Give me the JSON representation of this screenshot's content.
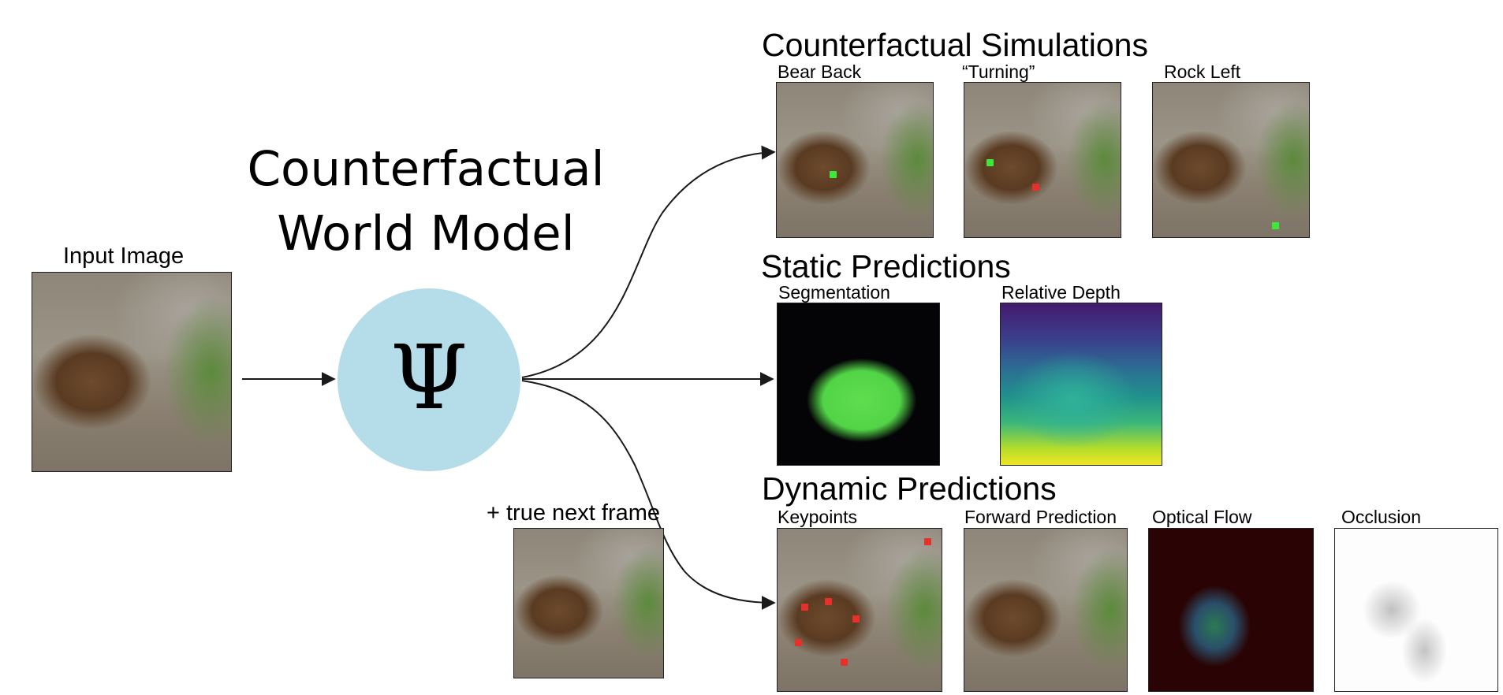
{
  "title": {
    "line1": "Counterfactual",
    "line2": "World Model"
  },
  "model_symbol": "Ψ",
  "input": {
    "caption": "Input Image"
  },
  "next_frame": {
    "caption": "+ true next frame"
  },
  "sections": {
    "counterfactual": {
      "title": "Counterfactual Simulations",
      "items": [
        "Bear Back",
        "“Turning”",
        "Rock Left"
      ]
    },
    "static": {
      "title": "Static Predictions",
      "items": [
        "Segmentation",
        "Relative Depth"
      ]
    },
    "dynamic": {
      "title": "Dynamic Predictions",
      "items": [
        "Keypoints",
        "Forward Prediction",
        "Optical Flow",
        "Occlusion"
      ]
    }
  },
  "colors": {
    "circle": "#b5dde9",
    "arrow": "#1a1a1a",
    "marker_green": "#3ee83a",
    "marker_red": "#e8302a"
  }
}
